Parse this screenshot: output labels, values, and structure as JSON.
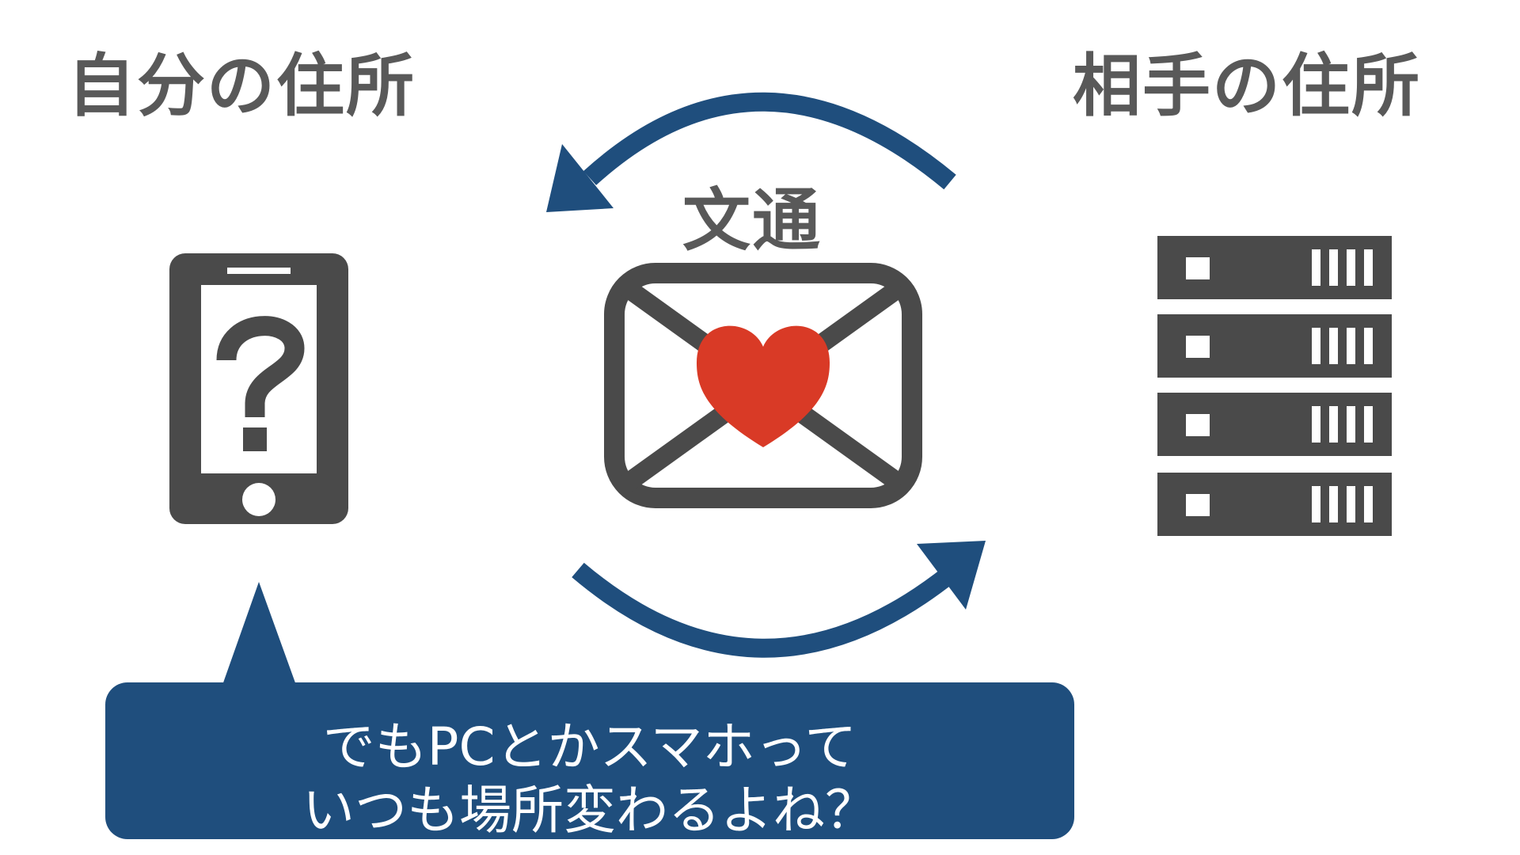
{
  "labels": {
    "self_address": "自分の住所",
    "peer_address": "相手の住所",
    "exchange": "文通"
  },
  "bubble": {
    "lines": [
      "でもPCとかスマホって",
      "いつも場所変わるよね？"
    ]
  },
  "icons": {
    "smartphone": "smartphone-icon",
    "question": "question-mark-icon",
    "envelope": "envelope-icon",
    "heart": "heart-icon",
    "server": "server-rack-icon",
    "arrow_top": "arrow-left-icon",
    "arrow_bottom": "arrow-right-icon"
  },
  "colors": {
    "text_gray": "#595959",
    "icon_dark": "#4a4a4a",
    "arrow_blue": "#1f4e7d",
    "bubble_blue": "#1f4e7d",
    "heart_red": "#d93a26",
    "white": "#ffffff"
  }
}
